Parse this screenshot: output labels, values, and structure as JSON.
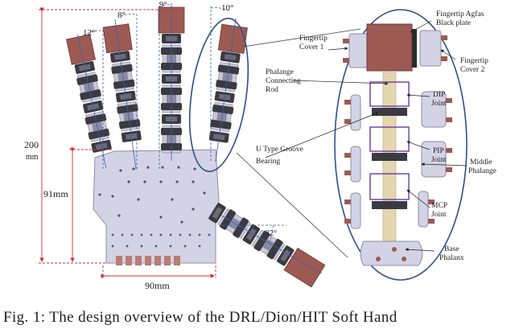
{
  "figure": {
    "dimensions": {
      "height_total": "200",
      "height_unit": "mm",
      "palm_height": "91mm",
      "palm_width": "90mm"
    },
    "angles": [
      "12°",
      "8°",
      "9°",
      "10°",
      "32°"
    ],
    "callouts": {
      "fingertip_agfas": "Fingertip Agfas",
      "black_plate": "Black plate",
      "fingertip_cover1_a": "Fingertip",
      "fingertip_cover1_b": "Cover 1",
      "fingertip_cover2_a": "Fingertip",
      "fingertip_cover2_b": "Cover 2",
      "phalange_rod_a": "Phalange",
      "phalange_rod_b": "Connecting",
      "phalange_rod_c": "Rod",
      "dip_a": "DIP",
      "dip_b": "Joint",
      "pip_a": "PIP",
      "pip_b": "Joint",
      "middle_a": "Middle",
      "middle_b": "Phalange",
      "mcp_a": "MCP",
      "mcp_b": "Joint",
      "ugroove_a": "U Type Groove",
      "ugroove_b": "Bearing",
      "base_a": "Base",
      "base_b": "Phalanx"
    },
    "colors": {
      "palm": "#d4d3e6",
      "fingertip": "#9c5a52",
      "link": "#c9c8da",
      "dark": "#3a3a40",
      "rod": "#e4d6ae",
      "purple": "#6a3aa6",
      "dimension_red": "#d23030",
      "guide_blue": "#3b5fb0",
      "ellipse": "#2d4f8c"
    }
  },
  "caption": "Fig. 1: The design overview of the DRL/Dion/HIT Soft Hand"
}
